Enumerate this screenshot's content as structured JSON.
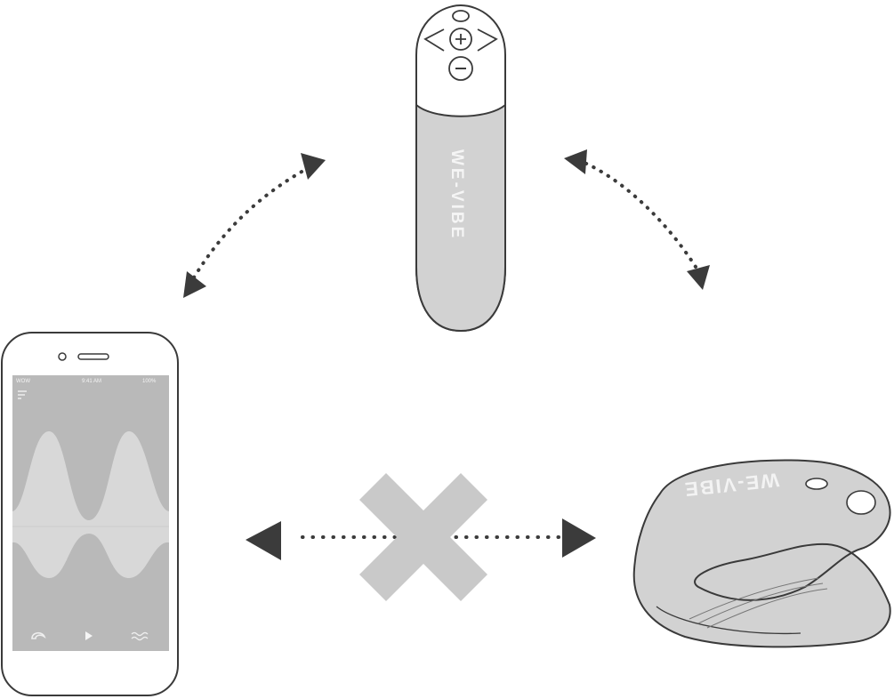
{
  "colors": {
    "device_fill": "#d2d2d2",
    "outline": "#3a3a3a",
    "arrow": "#3b3b3b",
    "cross": "#c9c9c9",
    "screen_bg": "#b9b9b9",
    "wave": "#e3e3e3"
  },
  "remote": {
    "brand_text": "WE-VIBE",
    "icons": [
      "plus-icon",
      "minus-icon",
      "left-arrow-icon",
      "right-arrow-icon",
      "power-icon"
    ]
  },
  "phone": {
    "status_carrier": "WOW",
    "status_time": "9:41 AM",
    "status_battery": "100%",
    "icons": [
      "menu-icon",
      "device-icon",
      "play-icon",
      "wave-mode-icon"
    ]
  },
  "vibrator": {
    "brand_text": "WE-VIBE"
  },
  "connections": [
    {
      "from": "phone",
      "to": "remote",
      "status": "connected"
    },
    {
      "from": "remote",
      "to": "vibrator",
      "status": "connected"
    },
    {
      "from": "phone",
      "to": "vibrator",
      "status": "blocked"
    }
  ]
}
